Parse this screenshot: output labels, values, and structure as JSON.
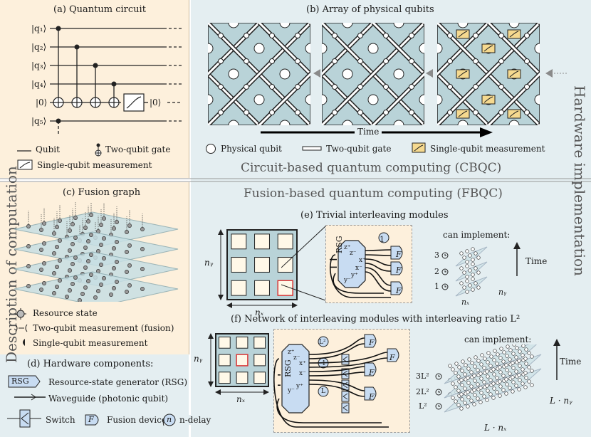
{
  "panels": {
    "a_title": "(a) Quantum circuit",
    "b_title": "(b) Array of physical qubits",
    "c_title": "(c) Fusion graph",
    "d_title": "(d) Hardware components:",
    "e_title": "(e) Trivial interleaving modules",
    "f_title": "(f) Network of interleaving modules with interleaving ratio L²"
  },
  "side_labels": {
    "left": "Description of computation",
    "right": "Hardware implementation"
  },
  "sections": {
    "cbqc": "Circuit-based quantum computing (CBQC)",
    "fbqc": "Fusion-based quantum computing (FBQC)"
  },
  "circuit": {
    "qubits": [
      "|q₁⟩",
      "|q₂⟩",
      "|q₃⟩",
      "|q₄⟩",
      "|0⟩",
      "|q₅⟩"
    ],
    "output": "|0⟩"
  },
  "legend_a": {
    "qubit": "Qubit",
    "two_qubit_gate": "Two-qubit gate",
    "single_qubit_measurement": "Single-qubit measurement"
  },
  "legend_b": {
    "physical_qubit": "Physical qubit",
    "two_qubit_gate": "Two-qubit gate",
    "single_qubit_measurement": "Single-qubit measurement",
    "time": "Time"
  },
  "legend_c": {
    "resource_state": "Resource state",
    "fusion": "Two-qubit measurement (fusion)",
    "single_qubit_measurement": "Single-qubit measurement"
  },
  "legend_d": {
    "rsg_tag": "RSG",
    "rsg": "Resource-state generator (RSG)",
    "waveguide": "Waveguide (photonic qubit)",
    "switch": "Switch",
    "fusion_device_tag": "F",
    "fusion_device": "Fusion device",
    "delay_tag": "n",
    "delay": "n-delay"
  },
  "module_e": {
    "ny": "nᵧ",
    "nx": "nₓ",
    "rsg": "RSG",
    "ports": [
      "z⁺",
      "z⁻",
      "x⁺",
      "x⁻",
      "y⁻",
      "y⁺"
    ],
    "delay": "1",
    "fusion": "F",
    "can_implement": "can implement:",
    "time_steps": [
      "3",
      "2",
      "1"
    ],
    "time": "Time",
    "nx2": "nₓ",
    "ny2": "nᵧ"
  },
  "module_f": {
    "ny": "nᵧ",
    "nx": "nₓ",
    "rsg": "RSG",
    "ports": [
      "z⁺",
      "z⁻",
      "x⁺",
      "x⁻",
      "y⁻",
      "y⁺"
    ],
    "delays": [
      "L²",
      "1",
      "L"
    ],
    "fusion": "F",
    "can_implement": "can implement:",
    "time_steps": [
      "3L²",
      "2L²",
      "L²"
    ],
    "time": "Time",
    "lnx": "L · nₓ",
    "lny": "L · nᵧ"
  },
  "colors": {
    "beige": "#fdf0dc",
    "blue_bg": "#e4eef1",
    "lattice": "#b9d3d8",
    "accent": "#c8dcf2",
    "red": "#d93636",
    "arrow_gray": "#8a8a8a"
  }
}
